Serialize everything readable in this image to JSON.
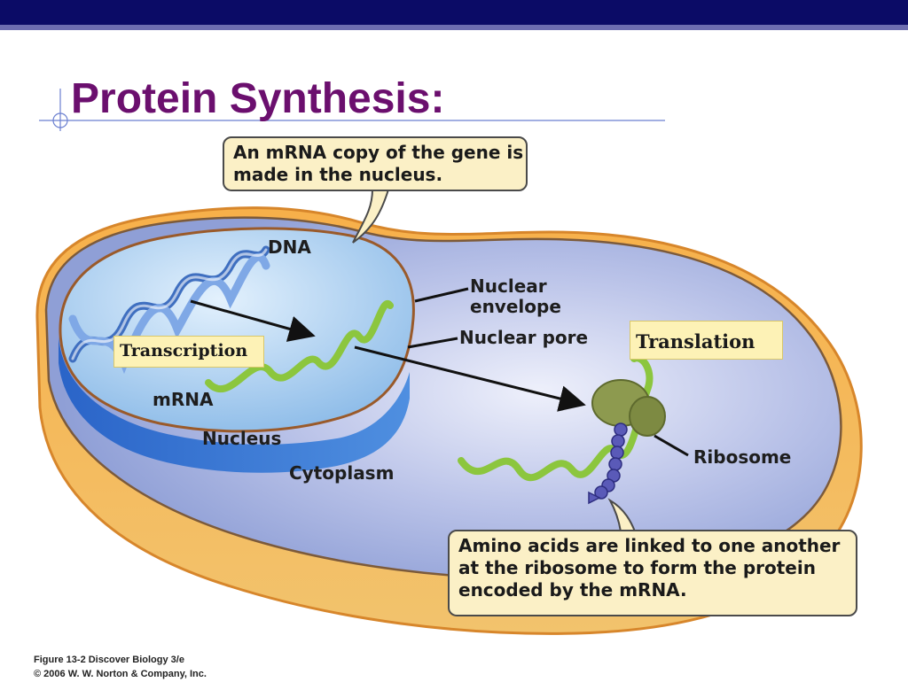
{
  "slide": {
    "title": "Protein Synthesis:"
  },
  "callouts": {
    "top_line1": "An mRNA copy of the gene is",
    "top_line2": "made in the nucleus.",
    "bottom_line1": "Amino acids are linked to one another",
    "bottom_line2": "at the ribosome to form the protein",
    "bottom_line3": "encoded by the mRNA."
  },
  "tags": {
    "transcription": "Transcription",
    "translation": "Translation"
  },
  "labels": {
    "dna": "DNA",
    "nuclear_envelope_line1": "Nuclear",
    "nuclear_envelope_line2": "envelope",
    "nuclear_pore": "Nuclear pore",
    "mrna": "mRNA",
    "nucleus": "Nucleus",
    "cytoplasm": "Cytoplasm",
    "ribosome": "Ribosome"
  },
  "credit": {
    "line1": "Figure 13-2  Discover Biology 3/e",
    "line2": "© 2006 W. W. Norton & Company, Inc."
  },
  "colors": {
    "header_bar": "#0b0b66",
    "title": "#6b0f6e",
    "cell_fill": "#8f9fd6",
    "cell_edge": "#e8952e",
    "nucleus_fill": "#bcd8f2",
    "dna_strand": "#3f6fc0",
    "mrna_strand": "#8cc63e",
    "ribosome": "#8d9a4f",
    "amino_acid": "#5a5ab8",
    "callout_fill": "#fbf0c6"
  }
}
